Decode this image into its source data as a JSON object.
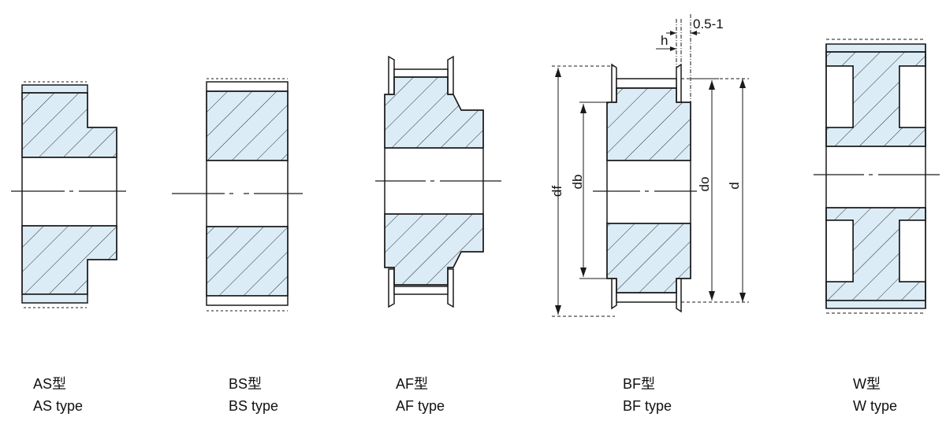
{
  "pulleys": [
    {
      "name_cn": "AS型",
      "name_en": "AS type"
    },
    {
      "name_cn": "BS型",
      "name_en": "BS type"
    },
    {
      "name_cn": "AF型",
      "name_en": "AF type"
    },
    {
      "name_cn": "BF型",
      "name_en": "BF type"
    },
    {
      "name_cn": "W型",
      "name_en": "W type"
    }
  ],
  "dimensions": {
    "clearance": "0.5-1",
    "h": "h",
    "df": "df",
    "db": "db",
    "do": "do",
    "d": "d"
  },
  "colors": {
    "fill": "#dcecf6",
    "line": "#1a1a1a",
    "hatch": "#2a2a2a"
  }
}
